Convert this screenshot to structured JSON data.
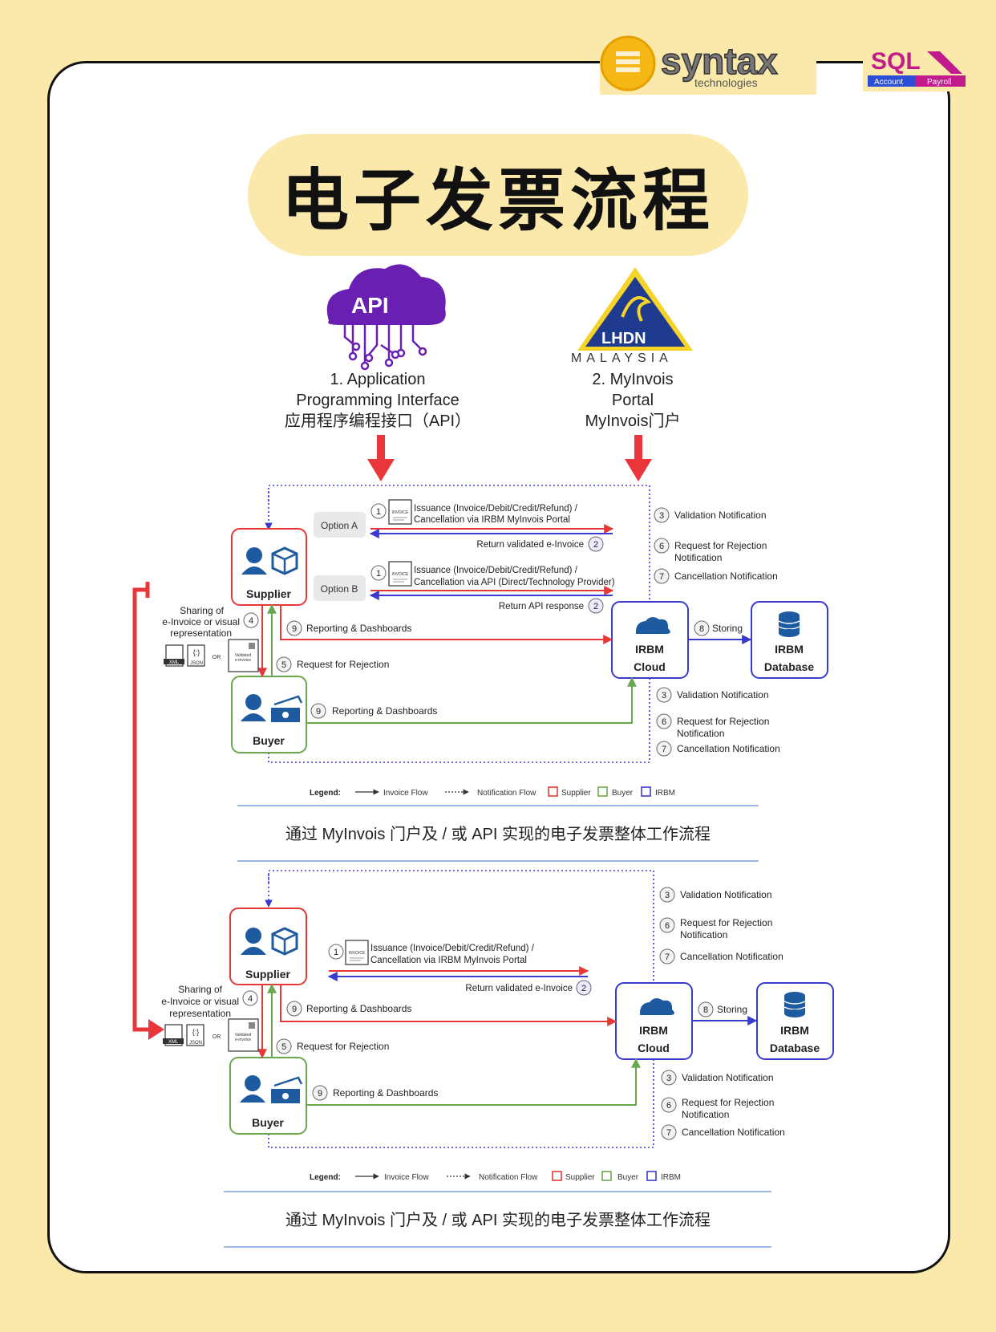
{
  "title": "电子发票流程",
  "brand": {
    "name": "syntax",
    "sub": "technologies",
    "sql": "SQL",
    "sql_account": "Account",
    "sql_payroll": "Payroll",
    "api_label": "API",
    "lhdn": "LHDN",
    "malaysia": "MALAYSIA"
  },
  "channels": {
    "api": {
      "line1": "1. Application",
      "line2": "Programming Interface",
      "line3": "应用程序编程接口（API）"
    },
    "portal": {
      "line1": "2. MyInvois",
      "line2": "Portal",
      "line3": "MyInvois门户"
    }
  },
  "labels": {
    "supplier": "Supplier",
    "buyer": "Buyer",
    "irbm": "IRBM",
    "cloud": "Cloud",
    "database": "Database",
    "option_a": "Option A",
    "option_b": "Option B",
    "issuance_portal_1": "Issuance (Invoice/Debit/Credit/Refund) /",
    "issuance_portal_2": "Cancellation via IRBM MyInvois Portal",
    "issuance_api_1": "Issuance (Invoice/Debit/Credit/Refund) /",
    "issuance_api_2": "Cancellation via API (Direct/Technology Provider)",
    "return_validated": "Return validated e-Invoice",
    "return_api": "Return API response",
    "reporting": "Reporting & Dashboards",
    "storing": "Storing",
    "request_rejection": "Request for Rejection",
    "sharing_1": "Sharing of",
    "sharing_2": "e-Invoice or visual",
    "sharing_3": "representation",
    "validation": "Validation Notification",
    "rejection_notif_1": "Request for Rejection",
    "rejection_notif_2": "Notification",
    "cancellation": "Cancellation Notification",
    "or": "OR",
    "xml": "XML",
    "json": "JSON",
    "invoice_doc": "INVOICE",
    "validated_doc_1": "Validated",
    "validated_doc_2": "e-invoice"
  },
  "legend": {
    "title": "Legend:",
    "invoice_flow": "Invoice Flow",
    "notification_flow": "Notification Flow",
    "supplier": "Supplier",
    "buyer": "Buyer",
    "irbm": "IRBM"
  },
  "steps": {
    "s1": "1",
    "s2": "2",
    "s3": "3",
    "s4": "4",
    "s5": "5",
    "s6": "6",
    "s7": "7",
    "s8": "8",
    "s9": "9"
  },
  "captions": {
    "top": "通过 MyInvois 门户及 / 或 API 实现的电子发票整体工作流程",
    "bottom": "通过 MyInvois 门户及 / 或 API 实现的电子发票整体工作流程"
  },
  "colors": {
    "supplier": "#e53935",
    "buyer": "#6aa84f",
    "irbm": "#3a3acf",
    "accent": "#e8363b",
    "background": "#fbe9ab",
    "purple": "#6a1fb3",
    "lhdn_blue": "#1f3b8f"
  }
}
